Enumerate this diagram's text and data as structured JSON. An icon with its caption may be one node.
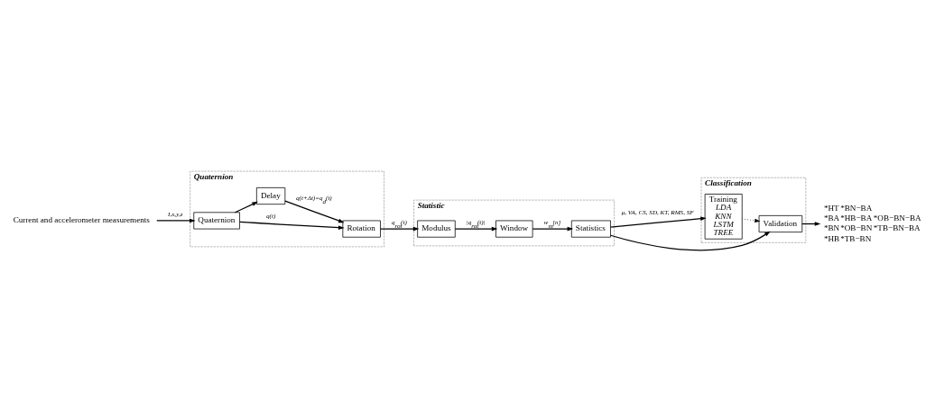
{
  "diagram": {
    "nodes": [
      {
        "text": [
          "Quaternion"
        ]
      },
      {
        "text": [
          "Quaternion"
        ],
        "in": 0
      },
      {
        "text": [
          "Rotation"
        ],
        "in": 0
      },
      {
        "text": [
          "Delay"
        ],
        "in": 0
      },
      {
        "text": [
          "Statistic"
        ]
      },
      {
        "text": [
          "Modulus"
        ],
        "in": 4
      },
      {
        "text": [
          "Window"
        ],
        "in": 4
      },
      {
        "text": [
          "Statistics"
        ],
        "in": 4
      },
      {
        "text": [
          "Classification"
        ]
      },
      {
        "text": [
          "Validation"
        ],
        "in": 8
      },
      {
        "text": [
          "Training",
          "LDA",
          "KNN",
          "LSTM",
          "TREE"
        ],
        "in": 8
      },
      {
        "text": [
          "Current and accelerometer measurements"
        ]
      },
      {
        "text": [
          "*HT",
          "*BN−BA",
          "*BA",
          "*HB−BA",
          "*OB−BN−BA",
          "*BN",
          "*OB−BN",
          "*TB−BN−BA",
          "*HB",
          "*TB−BN"
        ]
      }
    ],
    "edges": [
      {
        "from": 11,
        "to": 1,
        "arrow": "to",
        "label": "I,x,y,z"
      },
      {
        "from": 1,
        "to": 2,
        "arrow": "to",
        "label": "q(t)"
      },
      {
        "from": 1,
        "to": 3,
        "arrow": "to"
      },
      {
        "from": 3,
        "to": 2,
        "arrow": "to",
        "label": "q(t+Δt)=q$_{d}$(t)"
      },
      {
        "from": 2,
        "to": 5,
        "arrow": "to",
        "label": "q$_{rot}$(t)"
      },
      {
        "from": 5,
        "to": 6,
        "arrow": "to",
        "label": "|q$_{rot}$(t)|"
      },
      {
        "from": 6,
        "to": 7,
        "arrow": "to",
        "label": "w$_{m}$[n]"
      },
      {
        "from": 7,
        "to": 10,
        "arrow": "to",
        "label": "μ, VA, CS, SD, KT, RMS, SF"
      },
      {
        "from": 7,
        "to": 9,
        "arrow": "to"
      },
      {
        "from": 10,
        "to": 9,
        "arrow": "to",
        "style": "dashed"
      },
      {
        "from": 9,
        "to": 12,
        "arrow": "to"
      }
    ]
  }
}
